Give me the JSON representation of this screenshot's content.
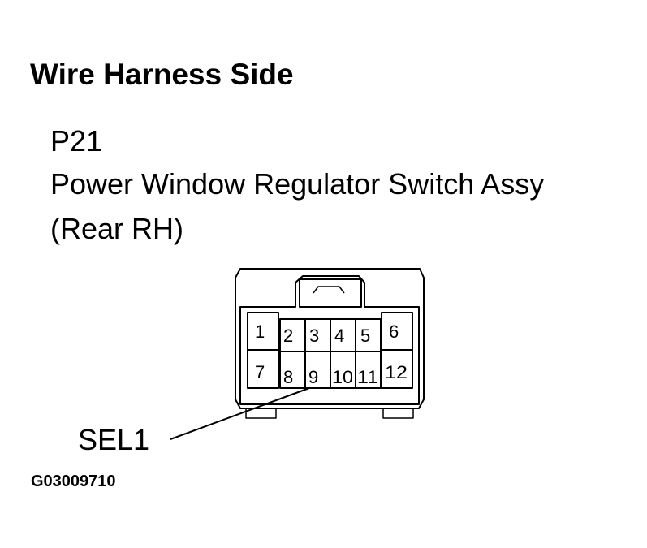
{
  "title": "Wire Harness Side",
  "connector": {
    "code": "P21",
    "name_line1": "Power Window Regulator Switch Assy",
    "name_line2": "(Rear RH)",
    "pins_top": [
      "1",
      "2",
      "3",
      "4",
      "5",
      "6"
    ],
    "pins_bottom": [
      "7",
      "8",
      "9",
      "10",
      "11",
      "12"
    ]
  },
  "callout": {
    "label": "SEL1",
    "pin": "9"
  },
  "figure_id": "G03009710"
}
